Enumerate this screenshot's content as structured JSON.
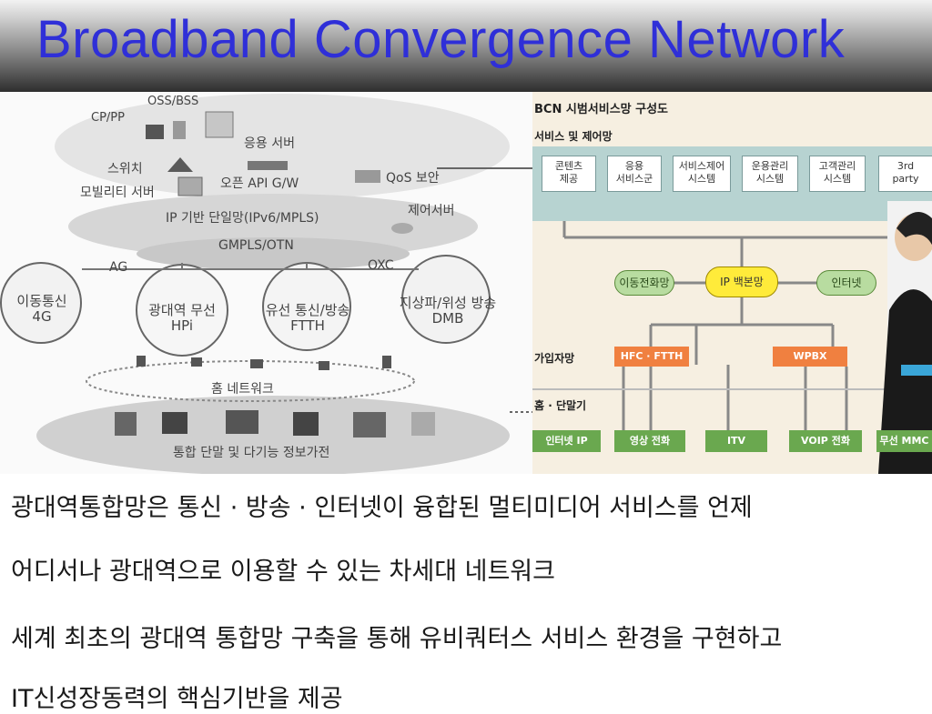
{
  "title": "Broadband Convergence Network",
  "left_diagram": {
    "oss_bss": "OSS/BSS",
    "cp_pp": "CP/PP",
    "app_server": "응용 서버",
    "switch": "스위치",
    "open_api": "오픈 API G/W",
    "qos": "QoS 보안",
    "mobility_server": "모빌리티 서버",
    "control_server": "제어서버",
    "ip_network": "IP 기반 단일망(IPv6/MPLS)",
    "gmpls": "GMPLS/OTN",
    "ag": "AG",
    "oxc": "OXC",
    "mobile_4g": [
      "이동통신",
      "4G"
    ],
    "broadband_wireless": [
      "광대역 무선",
      "HPi"
    ],
    "wired": [
      "유선 통신/방송",
      "FTTH"
    ],
    "terrestrial": [
      "지상파/위성 방송",
      "DMB"
    ],
    "home_network": "홈 네트워크",
    "terminals": "통합 단말 및 다기능 정보가전"
  },
  "right_diagram": {
    "title": "BCN 시범서비스망 구성도",
    "service_layer": "서비스 및 제어망",
    "service_boxes": [
      [
        "콘텐츠",
        "제공"
      ],
      [
        "응용",
        "서비스군"
      ],
      [
        "서비스제어",
        "시스템"
      ],
      [
        "운용관리",
        "시스템"
      ],
      [
        "고객관리",
        "시스템"
      ],
      [
        "3rd",
        "party"
      ]
    ],
    "mobile_net": "이동전화망",
    "ip_backbone": "IP 백본망",
    "internet": "인터넷",
    "access_net": "가입자망",
    "hfc_ftth": "HFC · FTTH",
    "wpbx": "WPBX",
    "home_terminal": "홈 · 단말기",
    "terminal_bars": [
      "인터넷 IP",
      "영상 전화",
      "ITV",
      "VOIP 전화",
      "무선 MMC"
    ]
  },
  "body_text": {
    "line1": "광대역통합망은  통신 · 방송 · 인터넷이  융합된  멀티미디어  서비스를  언제",
    "line2": "어디서나 광대역으로 이용할 수 있는 차세대 네트워크",
    "line3": "세계  최초의  광대역  통합망  구축을  통해  유비쿼터스  서비스  환경을  구현하고",
    "line4": "IT신성장동력의 핵심기반을 제공"
  }
}
